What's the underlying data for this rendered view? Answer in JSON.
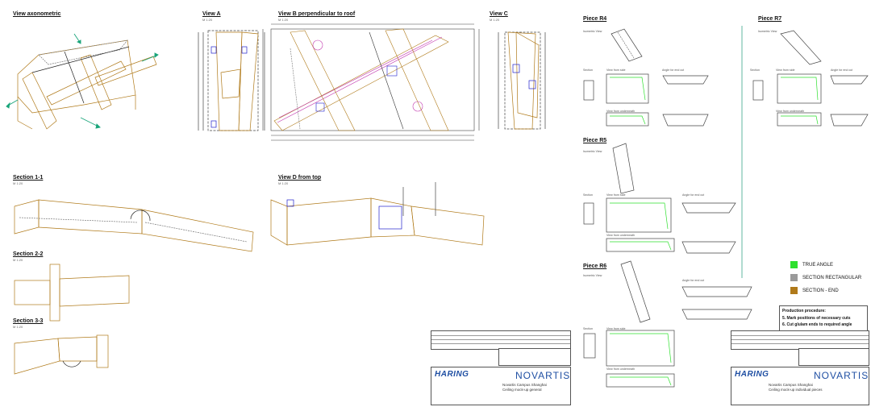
{
  "sheet1": {
    "views": {
      "axonometric": "View axonometric",
      "view_a": "View A",
      "view_b": "View B perpendicular to roof",
      "view_c": "View C",
      "section_1": "Section 1-1",
      "section_2": "Section 2-2",
      "section_3": "Section 3-3",
      "view_d": "View D from top"
    },
    "scale_note": "M 1:20"
  },
  "sheet2": {
    "pieces": {
      "r4": "Piece R4",
      "r5": "Piece R5",
      "r6": "Piece R6",
      "r7": "Piece R7"
    },
    "sub_labels": {
      "iso": "Isometric View",
      "section": "Section",
      "view_from_side": "View from side",
      "view_from_underneath": "View from underneath",
      "angle_for_ends": "Angle for end cut"
    }
  },
  "legend": {
    "items": [
      {
        "label": "TRUE ANGLE",
        "color": "#2ee02e"
      },
      {
        "label": "SECTION RECTANGULAR",
        "color": "#9a9a9a"
      },
      {
        "label": "SECTION - END",
        "color": "#b07a1a"
      }
    ]
  },
  "production": {
    "heading": "Production procedure:",
    "step_5": "5. Mark positions of necessary cuts",
    "step_6": "6. Cut glulam ends to required angle"
  },
  "title_block_left": {
    "company": "HARING",
    "client": "NOVARTIS",
    "project_line1": "Novartis Campus Shanghai",
    "project_line2": "Ceiling mock-up general"
  },
  "title_block_right": {
    "company": "HARING",
    "client": "NOVARTIS",
    "project_line1": "Novartis Campus Shanghai",
    "project_line2": "Ceiling mock-up individual pieces"
  },
  "colors": {
    "timber": "#b07a1a",
    "dimension": "#444444",
    "hidden": "#777777",
    "blue_mark": "#2222cc",
    "pink_mark": "#c23ab0",
    "green_true": "#2ee02e",
    "teal_arrow": "#1aa57a",
    "divider": "#3aa58a"
  }
}
